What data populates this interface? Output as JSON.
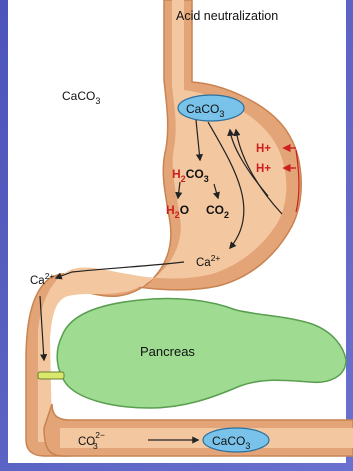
{
  "title": "Acid neutralization",
  "labels": {
    "caco3_outside": "CaCO",
    "caco3_outside_sub": "3",
    "caco3_stomach": "CaCO",
    "caco3_stomach_sub": "3",
    "h_plus_1": "H+",
    "h_plus_2": "H+",
    "h2co3_h": "H",
    "h2co3_sub": "2",
    "h2co3_rest": "CO",
    "h2co3_sub2": "3",
    "h2o_h": "H",
    "h2o_sub": "2",
    "h2o_o": "O",
    "co2_main": "CO",
    "co2_sub": "2",
    "ca2_stomach": "Ca",
    "ca2_stomach_sup": "2+",
    "ca2_duodenum": "Ca",
    "ca2_duodenum_sup": "2+",
    "pancreas": "Pancreas",
    "co3_main": "CO",
    "co3_sub": "3",
    "co3_sup": "2−",
    "caco3_intestine": "CaCO",
    "caco3_intestine_sub": "3"
  },
  "colors": {
    "frame": "#5b63c4",
    "organ": "#e3a477",
    "organ_dark": "#c98350",
    "lumen": "#f3c8a1",
    "capsule": "#79c3ea",
    "pancreas": "#9fdc92",
    "pancreas_edge": "#5a9e50",
    "acid": "#cc1f1f",
    "text": "#111111"
  }
}
